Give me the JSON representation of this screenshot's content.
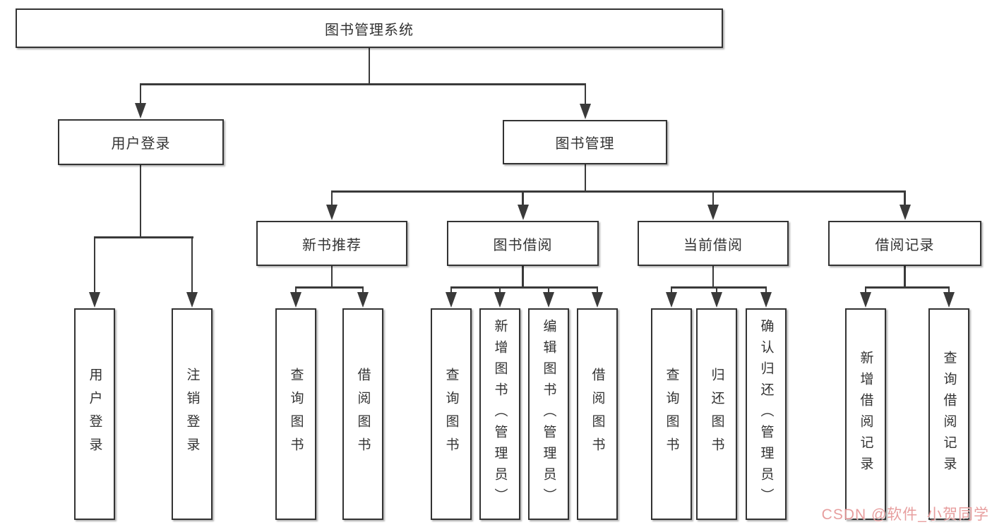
{
  "diagram": {
    "title": "图书管理系统",
    "level2": {
      "user_login": "用户登录",
      "book_mgmt": "图书管理"
    },
    "level3": {
      "new_books": "新书推荐",
      "book_borrow": "图书借阅",
      "current_borrow": "当前借阅",
      "borrow_records": "借阅记录"
    },
    "leaves": {
      "user_login": "用户登录",
      "logout": "注销登录",
      "nb_query": "查询图书",
      "nb_borrow": "借阅图书",
      "bb_query": "查询图书",
      "bb_add": "新增图书（管理员）",
      "bb_edit": "编辑图书（管理员）",
      "bb_borrow": "借阅图书",
      "cb_query": "查询图书",
      "cb_return": "归还图书",
      "cb_confirm": "确认归还（管理员）",
      "br_add": "新增借阅记录",
      "br_query": "查询借阅记录"
    }
  },
  "watermark": "CSDN @软件_小贺同学",
  "colors": {
    "line": "#3a3a3a",
    "box_border": "#333333",
    "box_fill": "#ffffff",
    "text": "#333333",
    "watermark": "#e49494",
    "background": "#ffffff"
  }
}
